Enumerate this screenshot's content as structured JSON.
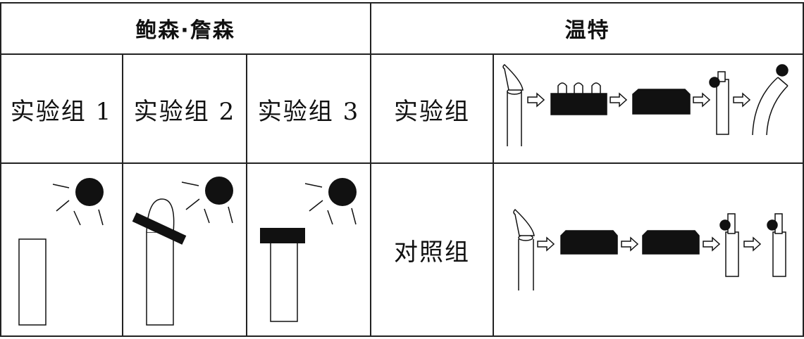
{
  "headers": {
    "left": "鲍森·詹森",
    "right": "温特"
  },
  "boysen_jensen": {
    "groups": [
      {
        "label": "实验组 1"
      },
      {
        "label": "实验组 2"
      },
      {
        "label": "实验组 3"
      }
    ]
  },
  "went": {
    "rows": [
      {
        "label": "实验组"
      },
      {
        "label": "对照组"
      }
    ]
  }
}
